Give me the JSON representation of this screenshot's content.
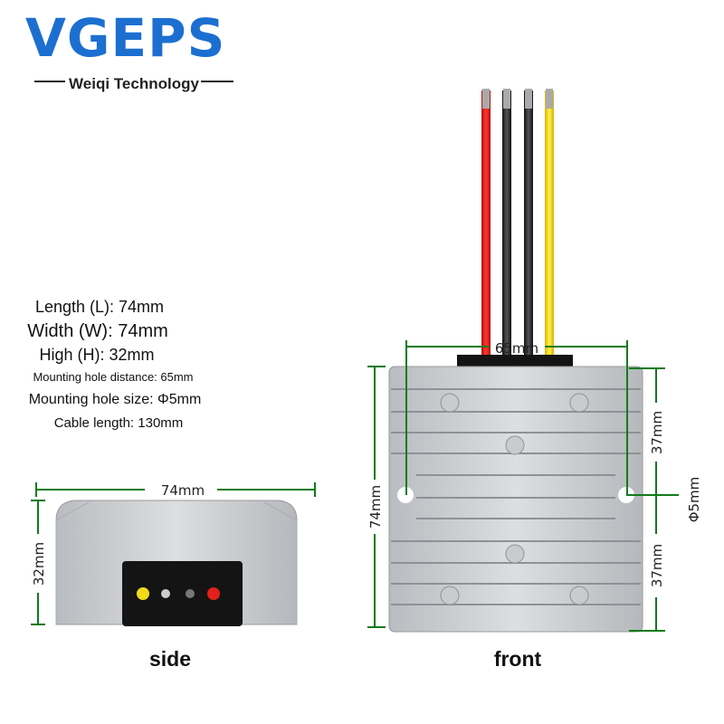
{
  "brand": {
    "name": "VGEPS",
    "tagline": "Weiqi Technology",
    "color": "#1c6fd1"
  },
  "specs": {
    "length": "Length (L): 74mm",
    "width": "Width (W): 74mm",
    "high": "High (H): 32mm",
    "hole_distance": "Mounting hole distance: 65mm",
    "hole_size": "Mounting hole size: Φ5mm",
    "cable_length": "Cable length: 130mm"
  },
  "side_view": {
    "caption": "side",
    "width_label": "74mm",
    "height_label": "32mm"
  },
  "front_view": {
    "caption": "front",
    "hole_distance_label": "65mm",
    "height_label": "74mm",
    "upper_half_label": "37mm",
    "lower_half_label": "37mm",
    "hole_diameter_label": "Φ5mm",
    "wire_colors": [
      "#e3201b",
      "#222222",
      "#222222",
      "#f5d90f"
    ]
  },
  "dimension_color": "#127a1e"
}
